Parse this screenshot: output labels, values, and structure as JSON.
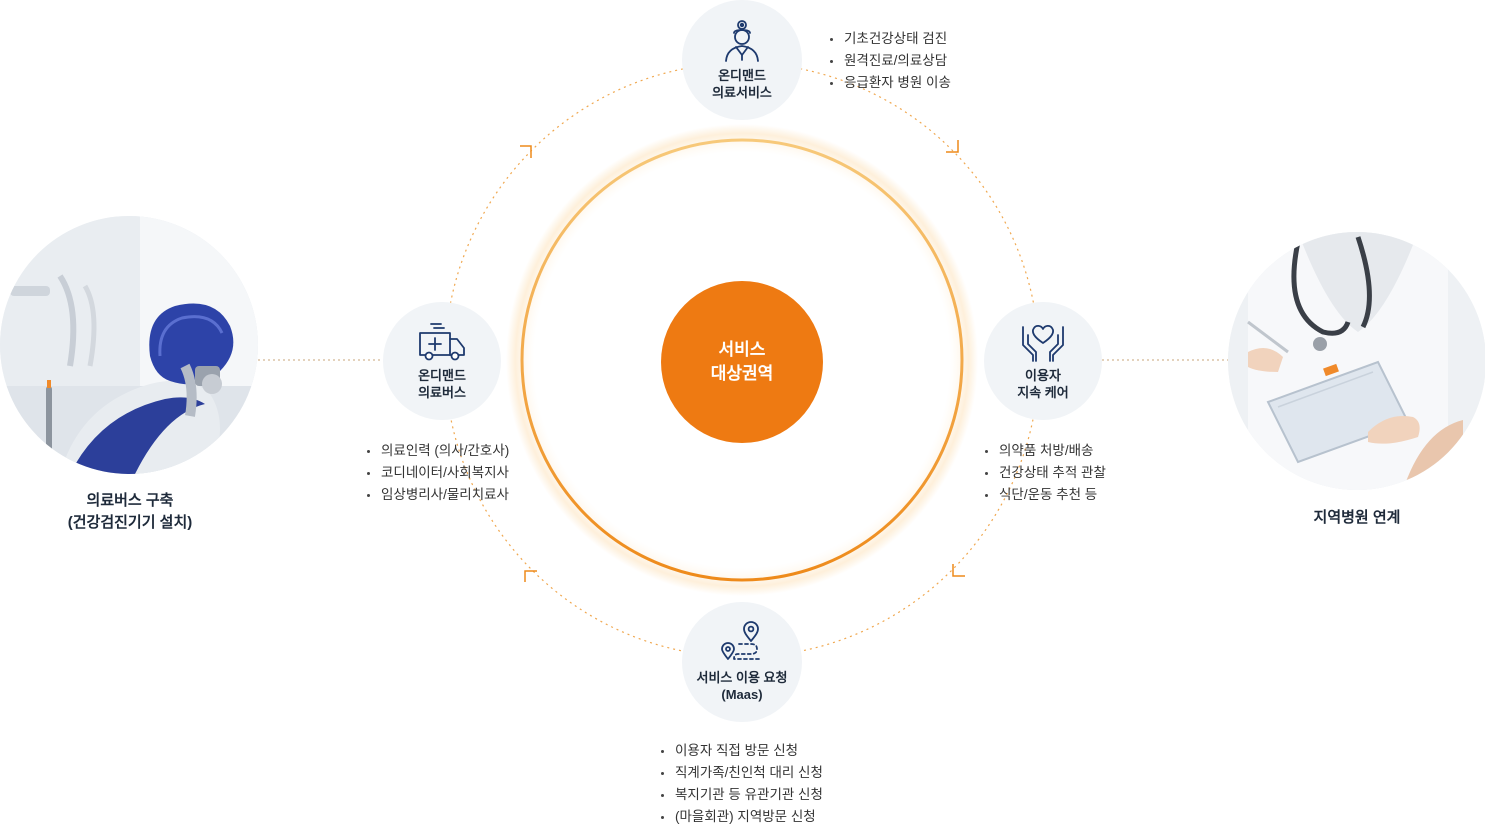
{
  "center": {
    "label": "서비스\n대상권역"
  },
  "nodes": {
    "top": {
      "label": "온디맨드\n의료서비스",
      "icon": "doctor-icon",
      "bullets": [
        "기초건강상태 검진",
        "원격진료/의료상담",
        "응급환자 병원 이송"
      ]
    },
    "left": {
      "label": "온디맨드\n의료버스",
      "icon": "ambulance-icon",
      "bullets": [
        "의료인력 (의사/간호사)",
        "코디네이터/사회복지사",
        "임상병리사/물리치료사"
      ]
    },
    "right": {
      "label": "이용자\n지속 케어",
      "icon": "hands-heart-icon",
      "bullets": [
        "의약품 처방/배송",
        "건강상태 추적 관찰",
        "식단/운동 추천 등"
      ]
    },
    "bottom": {
      "label": "서비스 이용 요청\n(Maas)",
      "icon": "route-pin-icon",
      "bullets": [
        "이용자 직접 방문 신청",
        "직계가족/친인척 대리 신청",
        "복지기관 등 유관기관 신청",
        "(마을회관) 지역방문 신청"
      ]
    }
  },
  "photos": {
    "left": {
      "caption": "의료버스 구축\n(건강검진기기 설치)",
      "image": "dental-chair-photo"
    },
    "right": {
      "caption": "지역병원 연계",
      "image": "doctor-clipboard-photo"
    }
  },
  "colors": {
    "accent": "#ee7a12",
    "ring": "#f0a030",
    "dotted": "#f0a850",
    "icon": "#1e3a6e",
    "nodeBg": "#f1f4f7"
  }
}
